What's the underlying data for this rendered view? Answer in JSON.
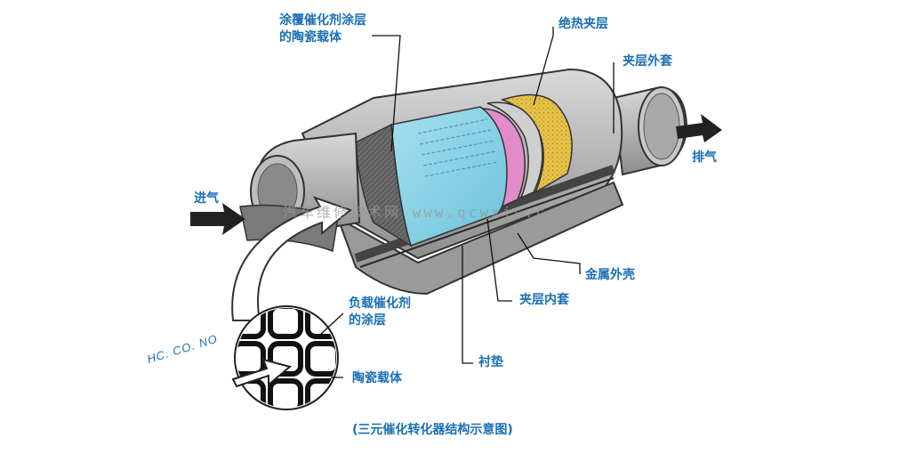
{
  "labels": {
    "coated_substrate": "涂覆催化剂涂层的陶瓷载体",
    "insulation_layer": "绝热夹层",
    "outer_jacket": "夹层外套",
    "exhaust_out": "排气",
    "intake": "进气",
    "metal_shell": "金属外壳",
    "inner_jacket": "夹层内套",
    "liner_pad": "衬垫",
    "catalyst_coating": "负载催化剂的涂层",
    "ceramic_carrier": "陶瓷载体",
    "gas_input": "HC. CO. NO",
    "caption": "(三元催化转化器结构示意图)"
  },
  "watermark": "汽车维修技术网 www.qcwxjs.com",
  "colors": {
    "label": "#1a6fb5",
    "shell": "#b9b9b9",
    "shell_dark": "#555555",
    "substrate": "#8fd3e6",
    "pink_layer": "#e28bc9",
    "insulation": "#e3c24a",
    "catalyst_core": "#6b6b6b"
  }
}
